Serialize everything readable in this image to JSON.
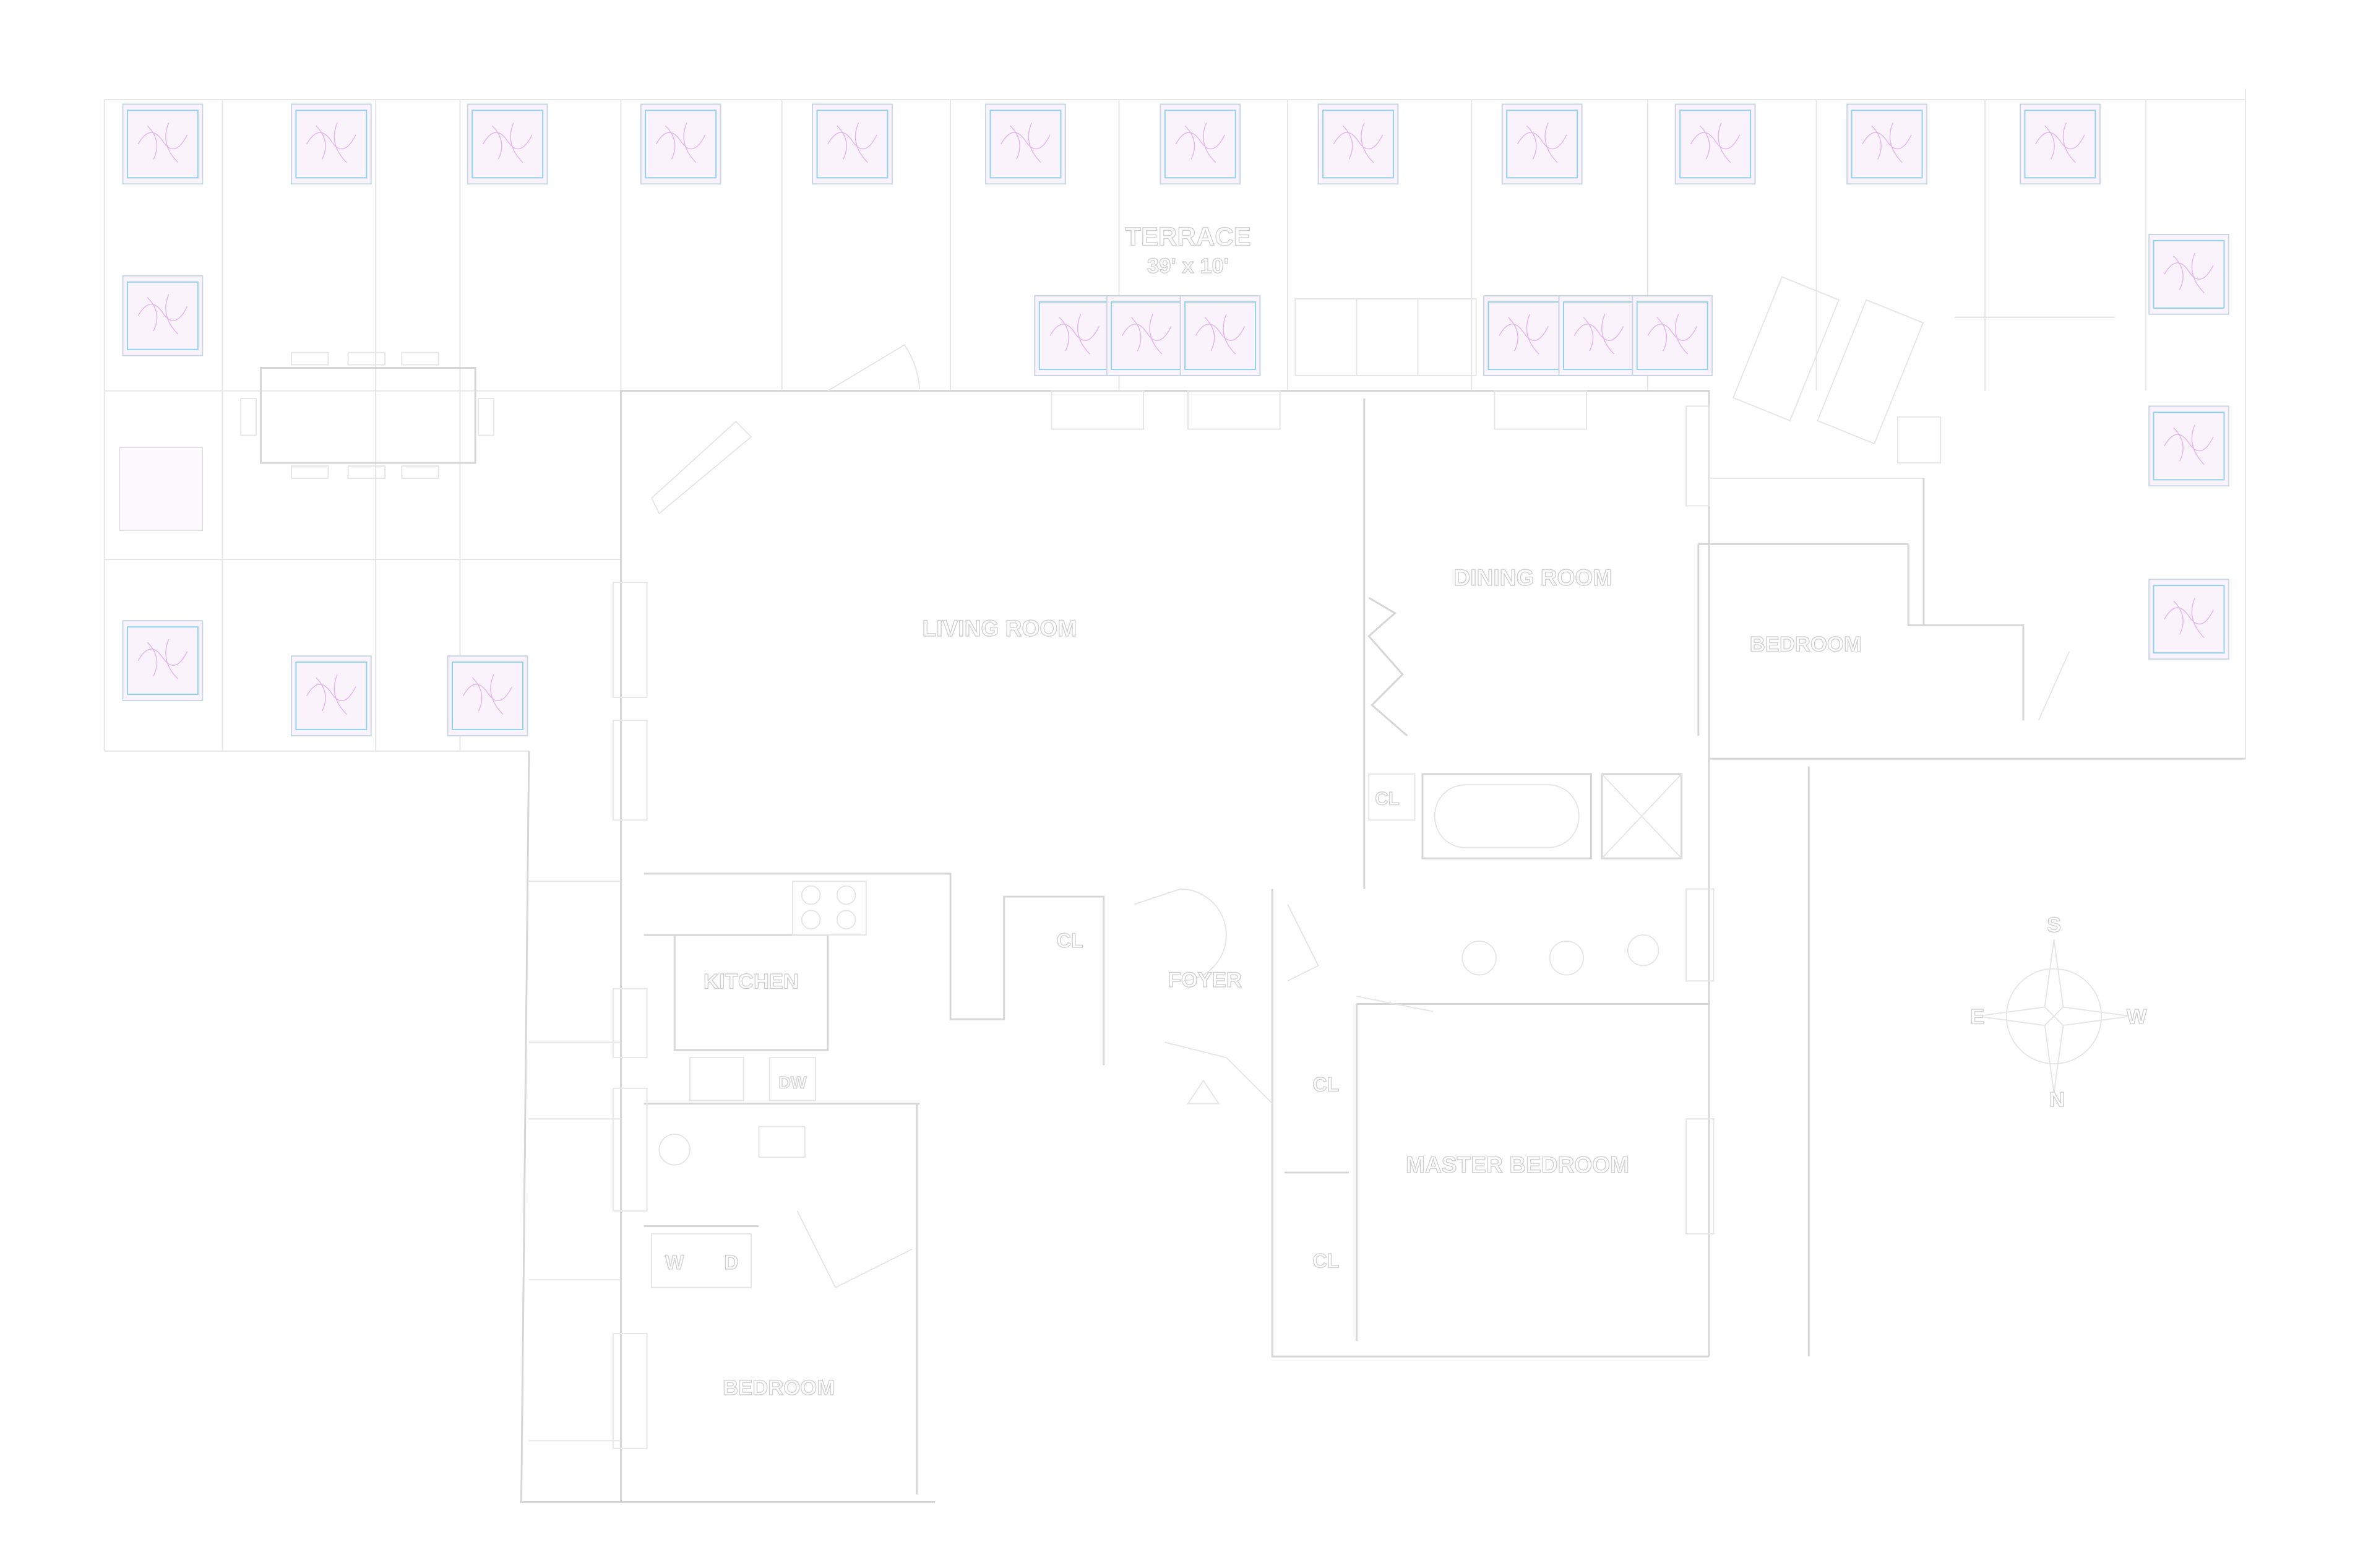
{
  "rooms": {
    "terrace_name": "TERRACE",
    "terrace_size": "39' x 10'",
    "living": "LIVING ROOM",
    "dining": "DINING ROOM",
    "kitchen": "KITCHEN",
    "foyer": "FOYER",
    "master": "MASTER BEDROOM",
    "bedroom": "BEDROOM",
    "closet": "CL",
    "washer": "W",
    "dryer": "D",
    "dishwasher": "DW"
  },
  "compass": {
    "top": "S",
    "left": "E",
    "right": "W",
    "bottom": "N"
  },
  "colors": {
    "walls": "#d6d6d6",
    "planter_fill": "#faf3fb",
    "planter_edge": "#8fd3ef",
    "planter_plant": "#e2b8ea"
  }
}
